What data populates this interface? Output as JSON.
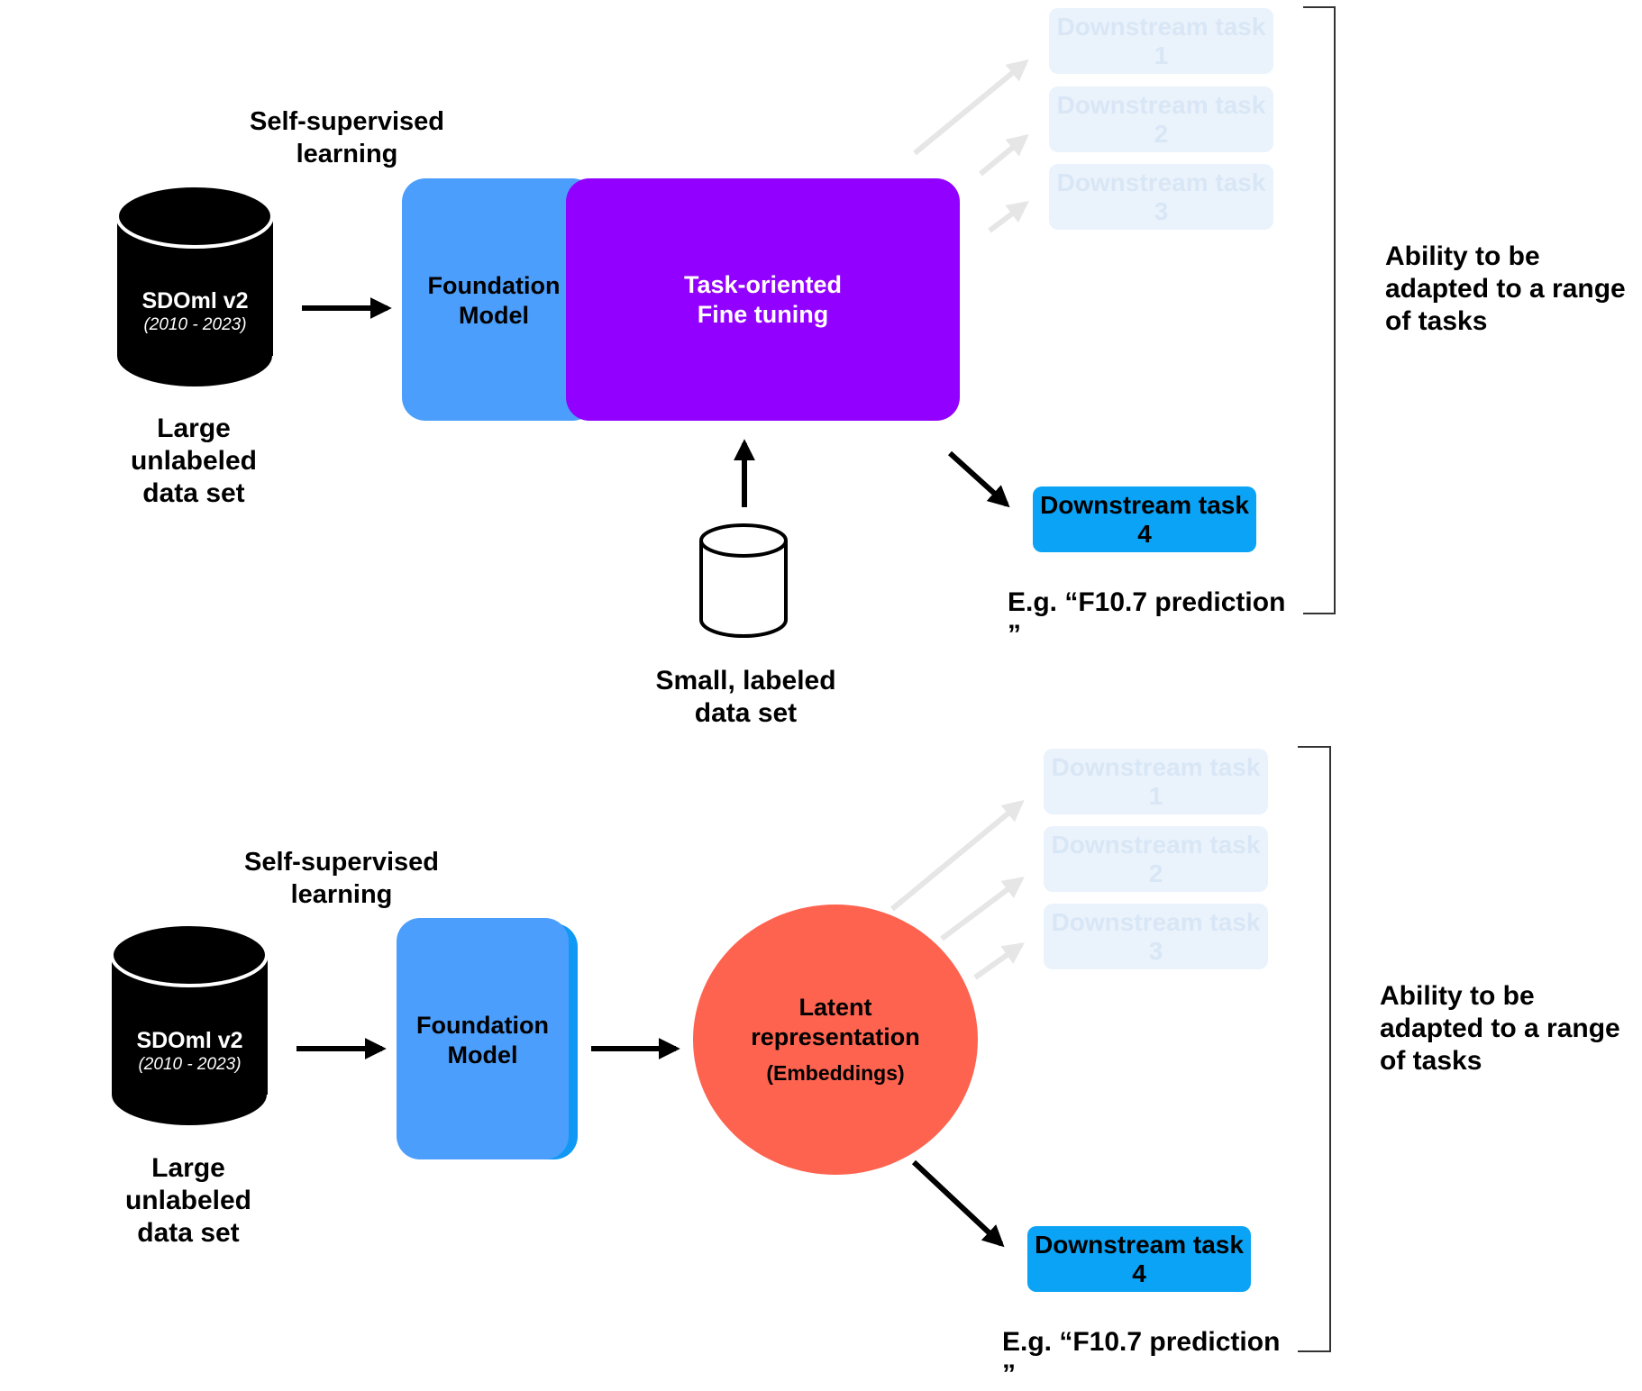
{
  "top": {
    "ssl_label_1": "Self-supervised",
    "ssl_label_2": "learning",
    "db_name": "SDOml v2",
    "db_years": "(2010 - 2023)",
    "large_1": "Large",
    "large_2": "unlabeled",
    "large_3": "data set",
    "fm_1": "Foundation",
    "fm_2": "Model",
    "ft_1": "Task-oriented",
    "ft_2": "Fine tuning",
    "small_1": "Small, labeled",
    "small_2": "data set",
    "tasks_faded": [
      {
        "line1": "Downstream task",
        "line2": "1"
      },
      {
        "line1": "Downstream task",
        "line2": "2"
      },
      {
        "line1": "Downstream task",
        "line2": "3"
      }
    ],
    "task4_line1": "Downstream task",
    "task4_line2": "4",
    "example": "E.g. “F10.7 prediction ”",
    "ability_1": "Ability to be",
    "ability_2": "adapted to a range",
    "ability_3": "of tasks"
  },
  "bottom": {
    "ssl_label_1": "Self-supervised",
    "ssl_label_2": "learning",
    "db_name": "SDOml v2",
    "db_years": "(2010 - 2023)",
    "large_1": "Large",
    "large_2": "unlabeled",
    "large_3": "data set",
    "fm_1": "Foundation",
    "fm_2": "Model",
    "latent_1": "Latent",
    "latent_2": "representation",
    "latent_3": "(Embeddings)",
    "tasks_faded": [
      {
        "line1": "Downstream task",
        "line2": "1"
      },
      {
        "line1": "Downstream task",
        "line2": "2"
      },
      {
        "line1": "Downstream task",
        "line2": "3"
      }
    ],
    "task4_line1": "Downstream task",
    "task4_line2": "4",
    "example": "E.g. “F10.7 prediction ”",
    "ability_1": "Ability to be",
    "ability_2": "adapted to a range",
    "ability_3": "of tasks"
  },
  "colors": {
    "foundation": "#4b9efb",
    "finetune": "#9200ff",
    "latent": "#fe6350",
    "task_active": "#0aa3f5",
    "task_faded": "#eaf3fc",
    "arrow_faded": "#e6e6e6"
  }
}
